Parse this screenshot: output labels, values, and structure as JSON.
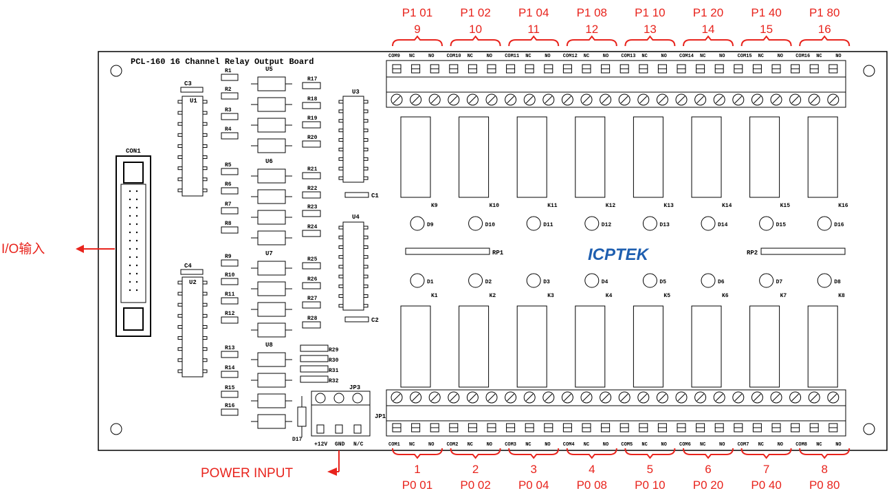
{
  "board_title": "PCL-160 16 Channel Relay Output Board",
  "brand_logo": "ICPTEK",
  "connector_con1": "CON1",
  "power_connector": "JP3",
  "relay_connector": "JP1",
  "io_input_label": "I/O输入",
  "power_input_label": "POWER INPUT",
  "power_terminals": [
    "+12V",
    "GND",
    "N/C"
  ],
  "diode_power": "D17",
  "rp1": "RP1",
  "rp2": "RP2",
  "cap_c1": "C1",
  "cap_c2": "C2",
  "cap_c3": "C3",
  "cap_c4": "C4",
  "ic_u1": "U1",
  "ic_u2": "U2",
  "ic_u3": "U3",
  "ic_u4": "U4",
  "ic_u5": "U5",
  "ic_u6": "U6",
  "ic_u7": "U7",
  "ic_u8": "U8",
  "resistors_left": [
    "R1",
    "R2",
    "R3",
    "R4",
    "R5",
    "R6",
    "R7",
    "R8",
    "R9",
    "R10",
    "R11",
    "R12",
    "R13",
    "R14",
    "R15",
    "R16"
  ],
  "resistors_mid": [
    "R17",
    "R18",
    "R19",
    "R20",
    "R21",
    "R22",
    "R23",
    "R24",
    "R25",
    "R26",
    "R27",
    "R28"
  ],
  "resistors_low": [
    "R29",
    "R30",
    "R31",
    "R32"
  ],
  "top_channels": [
    {
      "port": "P1 01",
      "num": "9",
      "com": "COM9",
      "k": "K9",
      "d": "D9"
    },
    {
      "port": "P1 02",
      "num": "10",
      "com": "COM10",
      "k": "K10",
      "d": "D10"
    },
    {
      "port": "P1 04",
      "num": "11",
      "com": "COM11",
      "k": "K11",
      "d": "D11"
    },
    {
      "port": "P1 08",
      "num": "12",
      "com": "COM12",
      "k": "K12",
      "d": "D12"
    },
    {
      "port": "P1 10",
      "num": "13",
      "com": "COM13",
      "k": "K13",
      "d": "D13"
    },
    {
      "port": "P1 20",
      "num": "14",
      "com": "COM14",
      "k": "K14",
      "d": "D14"
    },
    {
      "port": "P1 40",
      "num": "15",
      "com": "COM15",
      "k": "K15",
      "d": "D15"
    },
    {
      "port": "P1 80",
      "num": "16",
      "com": "COM16",
      "k": "K16",
      "d": "D16"
    }
  ],
  "bottom_channels": [
    {
      "port": "P0 01",
      "num": "1",
      "com": "COM1",
      "k": "K1",
      "d": "D1"
    },
    {
      "port": "P0 02",
      "num": "2",
      "com": "COM2",
      "k": "K2",
      "d": "D2"
    },
    {
      "port": "P0 04",
      "num": "3",
      "com": "COM3",
      "k": "K3",
      "d": "D3"
    },
    {
      "port": "P0 08",
      "num": "4",
      "com": "COM4",
      "k": "K4",
      "d": "D4"
    },
    {
      "port": "P0 10",
      "num": "5",
      "com": "COM5",
      "k": "K5",
      "d": "D5"
    },
    {
      "port": "P0 20",
      "num": "6",
      "com": "COM6",
      "k": "K6",
      "d": "D6"
    },
    {
      "port": "P0 40",
      "num": "7",
      "com": "COM7",
      "k": "K7",
      "d": "D7"
    },
    {
      "port": "P0 80",
      "num": "8",
      "com": "COM8",
      "k": "K8",
      "d": "D8"
    }
  ],
  "nc_label": "NC",
  "no_label": "NO",
  "accent_color": "#e8231c",
  "logo_color": "#1f5fb0"
}
